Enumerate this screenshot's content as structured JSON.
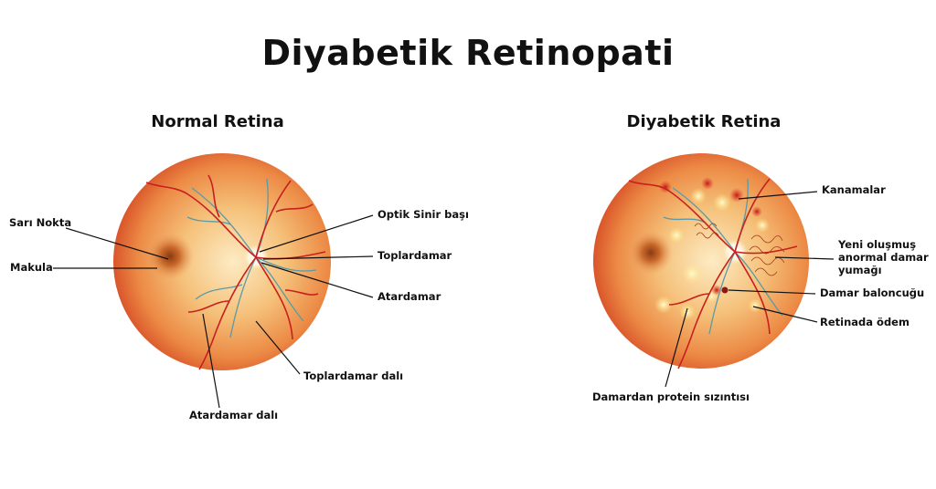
{
  "title": "Diyabetik Retinopati",
  "normal": {
    "title": "Normal Retina",
    "labels": {
      "sari_nokta": "Sarı Nokta",
      "makula": "Makula",
      "optik_sinir": "Optik Sinir başı",
      "toplardamar": "Toplardamar",
      "atardamar": "Atardamar",
      "toplardamar_dali": "Toplardamar dalı",
      "atardamar_dali": "Atardamar dalı"
    }
  },
  "diabetic": {
    "title": "Diyabetik Retina",
    "labels": {
      "kanamalar": "Kanamalar",
      "yeni_damar_1": "Yeni oluşmuş",
      "yeni_damar_2": "anormal damar",
      "yeni_damar_3": "yumağı",
      "damar_baloncugu": "Damar baloncuğu",
      "retinada_odem": "Retinada ödem",
      "protein_sizintisi": "Damardan protein sızıntısı"
    }
  },
  "colors": {
    "retina_edge": "#d9552a",
    "retina_mid": "#f0a060",
    "retina_center": "#fbe3b4",
    "artery": "#c81f1f",
    "vein": "#5a9aa6",
    "exudate": "#fff2a0",
    "leader_line": "#111111"
  }
}
